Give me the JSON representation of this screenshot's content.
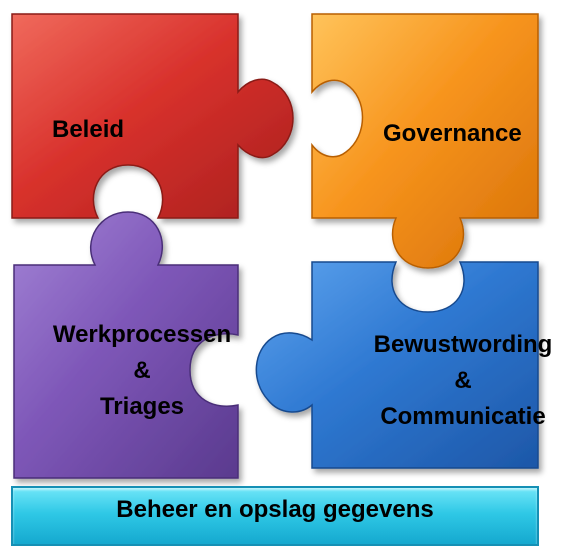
{
  "pieces": {
    "beleid": {
      "label": "Beleid",
      "color": "#d8312c"
    },
    "governance": {
      "label": "Governance",
      "color": "#f7941d"
    },
    "werkprocessen": {
      "lines": [
        "Werkprocessen",
        "&",
        "Triages"
      ],
      "color": "#7e57b8"
    },
    "bewustwording": {
      "lines": [
        "Bewustwording",
        "&",
        "Communicatie"
      ],
      "color": "#2f79d2"
    }
  },
  "bottom_bar": {
    "label": "Beheer en opslag gegevens",
    "color": "#2cc7e6"
  }
}
